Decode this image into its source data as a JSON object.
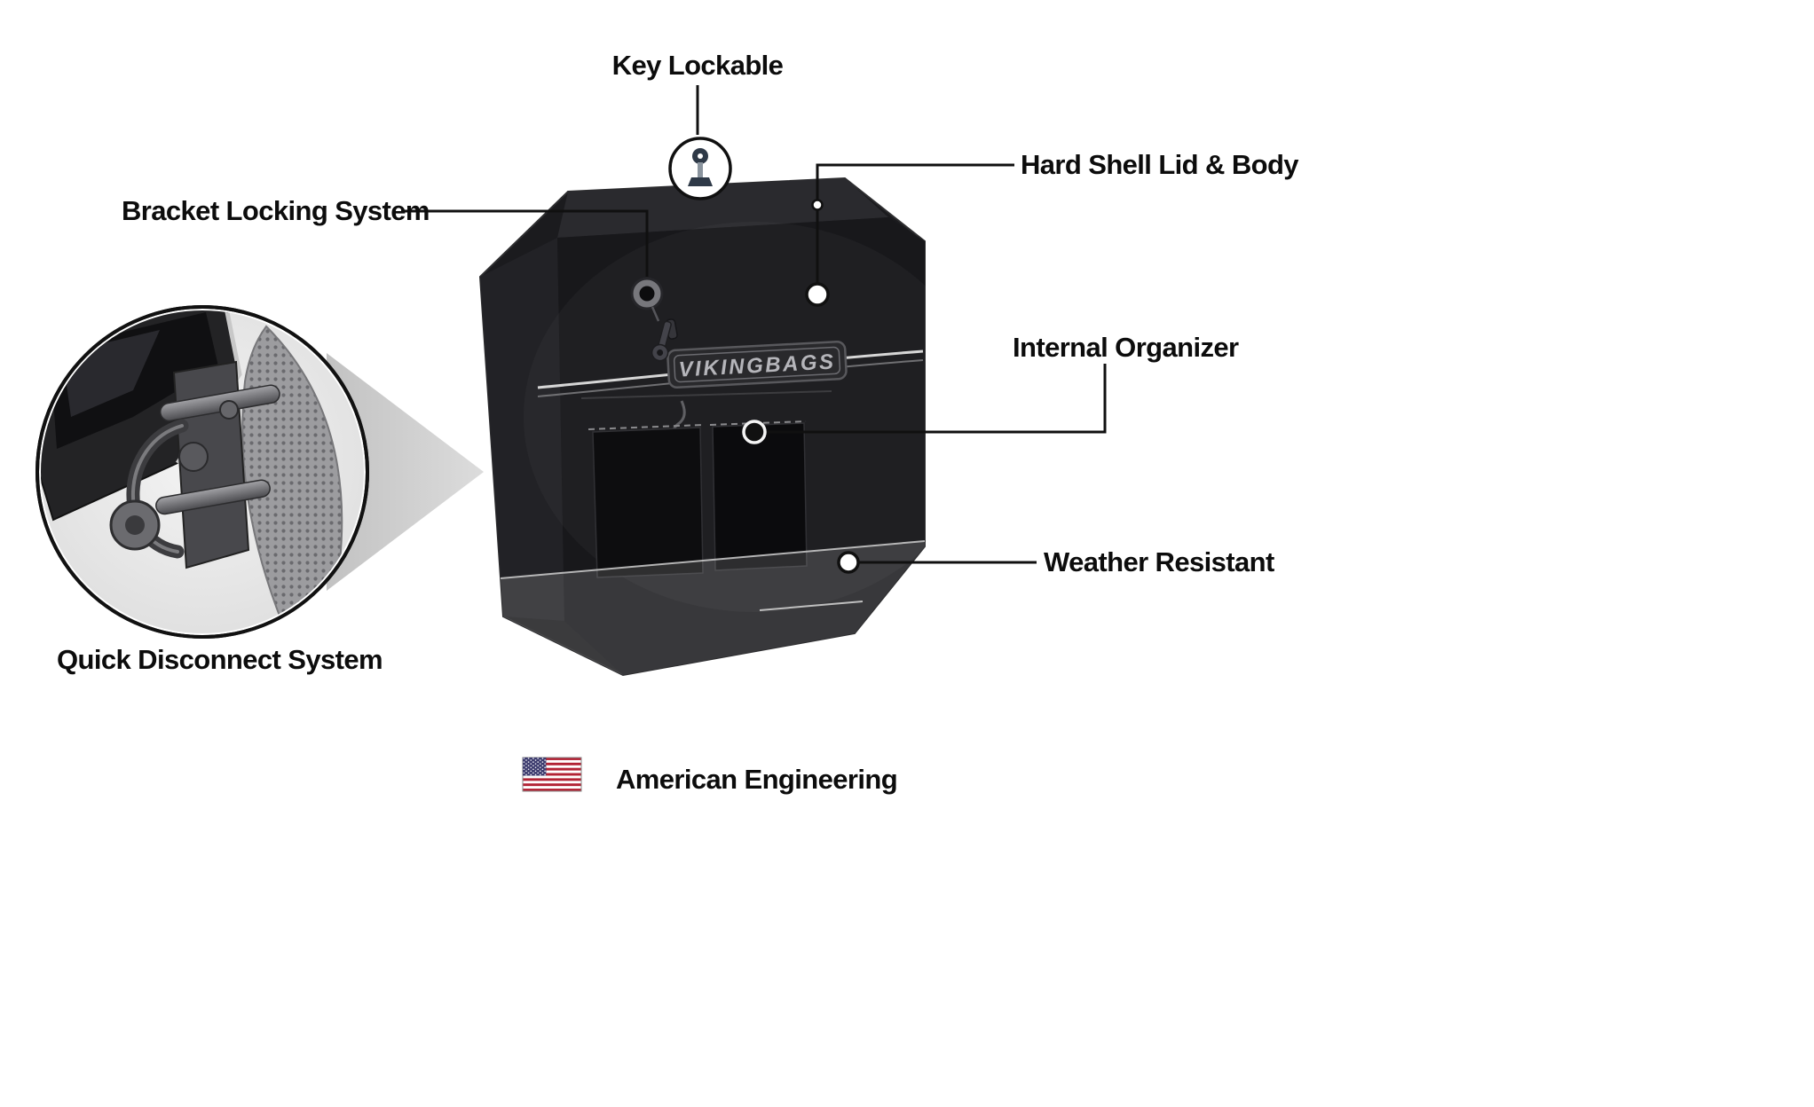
{
  "page": {
    "background": "#ffffff",
    "description_labels_count": "7"
  },
  "labels": {
    "key_lockable": "Key Lockable",
    "hard_shell_lid_body": "Hard Shell Lid & Body",
    "bracket_locking_system": "Bracket Locking System",
    "internal_organizer": "Internal Organizer",
    "weather_resistant": "Weather Resistant",
    "quick_disconnect_system": "Quick Disconnect System",
    "american_engineering": "American Engineering"
  },
  "product": {
    "brand_plate": "VIKINGBAGS"
  },
  "icons": {
    "key": "key-icon",
    "keyhole": "keyhole-icon",
    "us_flag": "us-flag-icon",
    "zoom_inset": "quick-disconnect-inset"
  },
  "colors": {
    "label_text": "#0c0c0c",
    "callout_line": "#101010",
    "case_body": "#18181b",
    "triangle_gray": "#c9c9c9",
    "brand_text": "#b5b5ba",
    "flag_red": "#B22234",
    "flag_white": "#ffffff",
    "flag_blue": "#3C3B6E"
  }
}
